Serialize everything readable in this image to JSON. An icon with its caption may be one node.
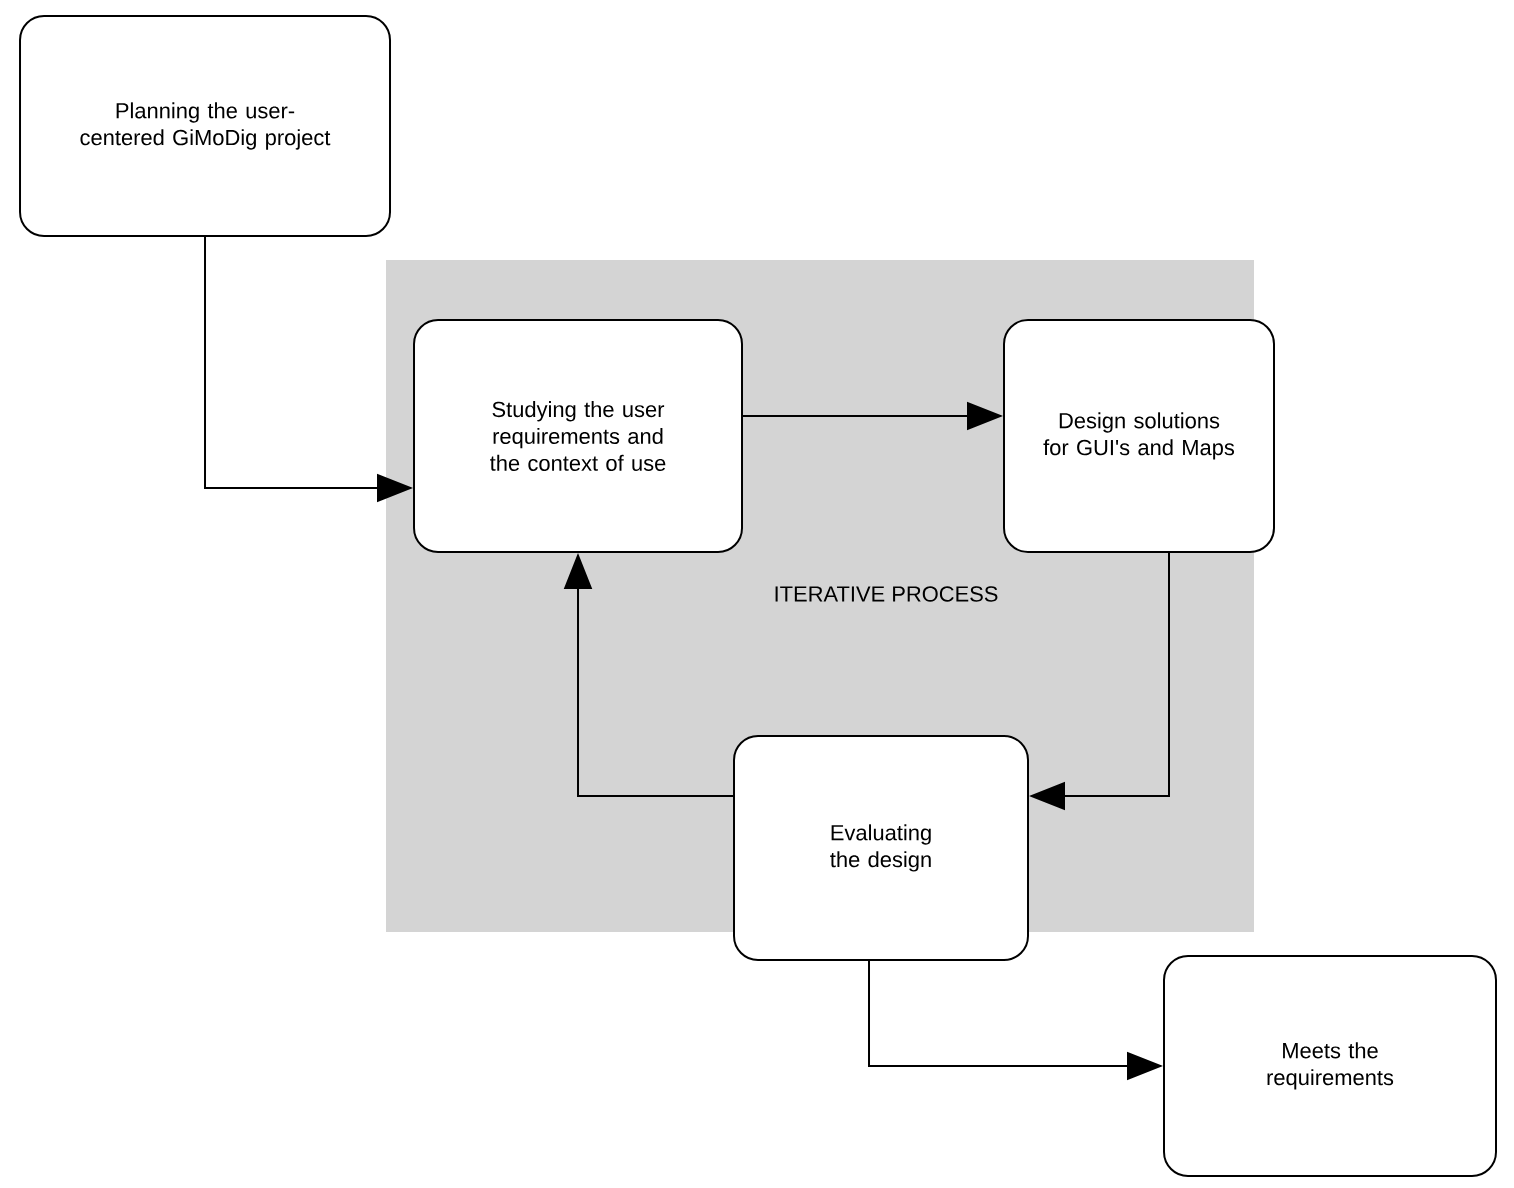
{
  "diagram": {
    "nodes": [
      {
        "text": [
          "Planning the user-centered GiMoDig project"
        ]
      },
      {
        "text": [
          "ITERATIVE PROCESS"
        ]
      },
      {
        "text": [
          "Studying the user requirements and the context of use"
        ],
        "in": 1
      },
      {
        "text": [
          "Design solutions for GUI's and Maps"
        ]
      },
      {
        "text": [
          "Evaluating the design"
        ]
      },
      {
        "text": [
          "Meets the requirements"
        ]
      }
    ],
    "edges": [
      {
        "from": 0,
        "to": 2,
        "arrow": "to"
      },
      {
        "from": 2,
        "to": 3,
        "arrow": "to"
      },
      {
        "from": 3,
        "to": 4,
        "arrow": "to"
      },
      {
        "from": 4,
        "to": 2,
        "arrow": "to"
      },
      {
        "from": 4,
        "to": 5,
        "arrow": "to"
      }
    ]
  }
}
